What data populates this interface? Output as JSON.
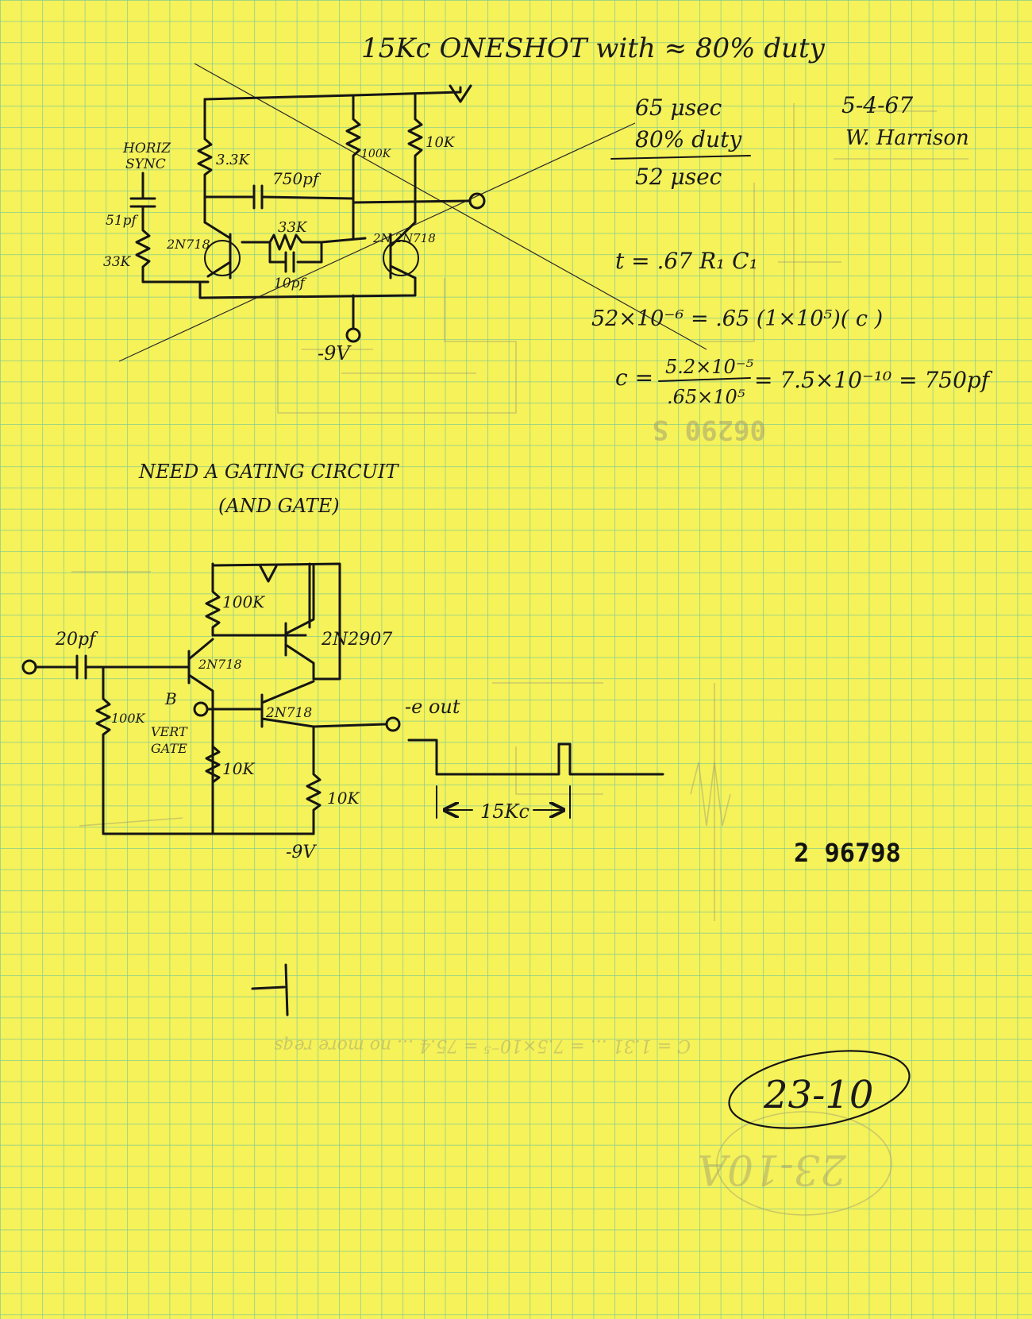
{
  "page": {
    "title": "15Kc ONESHOT with ≈ 80% duty",
    "date": "5-4-67",
    "author": "W. Harrison",
    "stamp_number": "2 96798",
    "circled_id": "23-10",
    "ghost_circled_id": "23-10A",
    "ghost_stamp": "06290 S",
    "paper_color": "#f5f25a",
    "grid_color": "#4fb8a8"
  },
  "calc": {
    "period": "65 μsec",
    "duty": "80% duty",
    "result": "52 μsec",
    "formula": "t = .67 R₁ C₁",
    "subst": "52×10⁻⁶ = .65 (1×10⁵)( c )",
    "c_label": "c =",
    "c_num": "5.2×10⁻⁵",
    "c_den": ".65×10⁵",
    "c_result": "= 7.5×10⁻¹⁰ = 750pf"
  },
  "circuit1": {
    "horiz_sync": "HORIZ",
    "sync": "SYNC",
    "c_in": "51pf",
    "r_in": "33K",
    "r1": "3.3K",
    "c1": "750pf",
    "r2": "100K",
    "r3": "10K",
    "r4": "33K",
    "c2": "10pf",
    "q1": "2N718",
    "q2": "2N 2N718",
    "supply": "-9V"
  },
  "gate_note": {
    "line1": "NEED A GATING CIRCUIT",
    "line2": "(AND GATE)"
  },
  "circuit2": {
    "c_in": "20pf",
    "r1": "100K",
    "r2": "100K",
    "r3": "10K",
    "r4": "10K",
    "q1": "2N718",
    "q2": "2N2907",
    "q3": "2N718",
    "gate_in_letter": "B",
    "gate_in_label1": "VERT",
    "gate_in_label2": "GATE",
    "output": "-e out",
    "supply": "-9V",
    "freq": "15Kc"
  }
}
